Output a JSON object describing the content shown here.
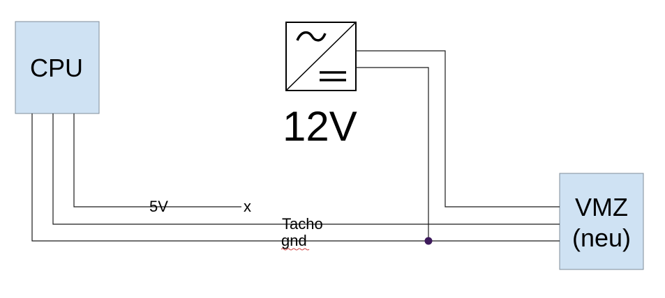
{
  "blocks": {
    "cpu": {
      "label": "CPU",
      "fill": "#cfe2f3",
      "stroke": "#7f8c99"
    },
    "vmz": {
      "line1": "VMZ",
      "line2": "(neu)",
      "fill": "#cfe2f3",
      "stroke": "#7f8c99"
    },
    "converter": {
      "voltage": "12V"
    }
  },
  "wires": {
    "five_volt": {
      "label": "5V",
      "end_mark": "x"
    },
    "tacho": {
      "label": "Tacho"
    },
    "ground": {
      "label": "gnd"
    }
  },
  "colors": {
    "junction": "#3d1a5b",
    "spellcheck_underline": "#d04040"
  }
}
